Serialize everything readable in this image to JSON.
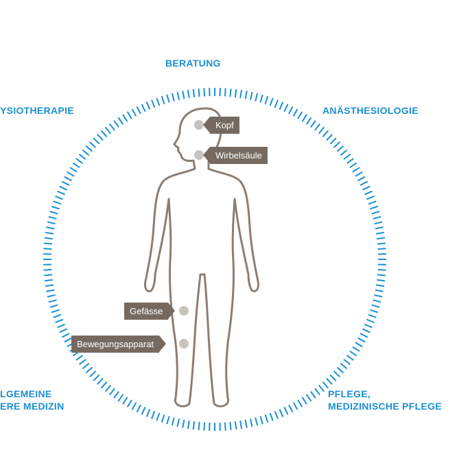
{
  "disciplines": {
    "top": "BERATUNG",
    "top_left": "YSIOTHERAPIE",
    "top_right": "ANÄSTHESIOLOGIE",
    "bottom_left_1": "LGEMEINE",
    "bottom_left_2": "ERE MEDIZIN",
    "bottom_right_1": "PFLEGE,",
    "bottom_right_2": "MEDIZINISCHE PFLEGE"
  },
  "body_points": [
    "Kopf",
    "Wirbelsäule",
    "Gefässe",
    "Bewegungsapparat"
  ],
  "colors": {
    "accent": "#1a8fd4",
    "tag": "#766a60",
    "outline": "#8a7e74"
  }
}
